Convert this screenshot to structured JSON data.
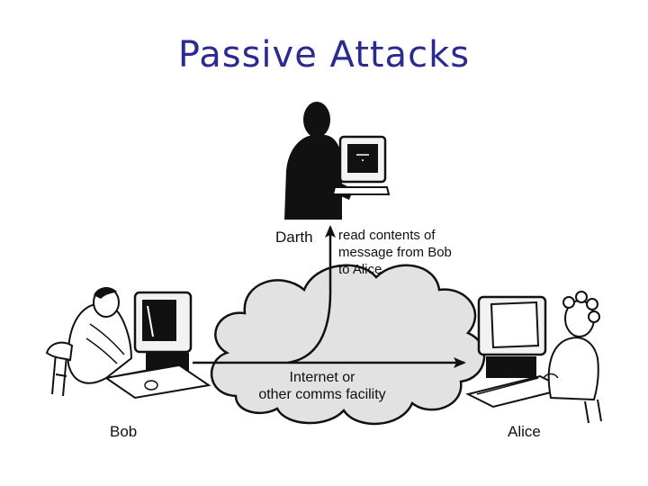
{
  "slide": {
    "title": "Passive Attacks"
  },
  "diagram": {
    "nodes": {
      "darth": "Darth",
      "bob": "Bob",
      "alice": "Alice",
      "network": [
        "Internet or",
        "other comms facility"
      ]
    },
    "annotation": [
      "read contents of",
      "message from Bob",
      "to Alice"
    ]
  }
}
